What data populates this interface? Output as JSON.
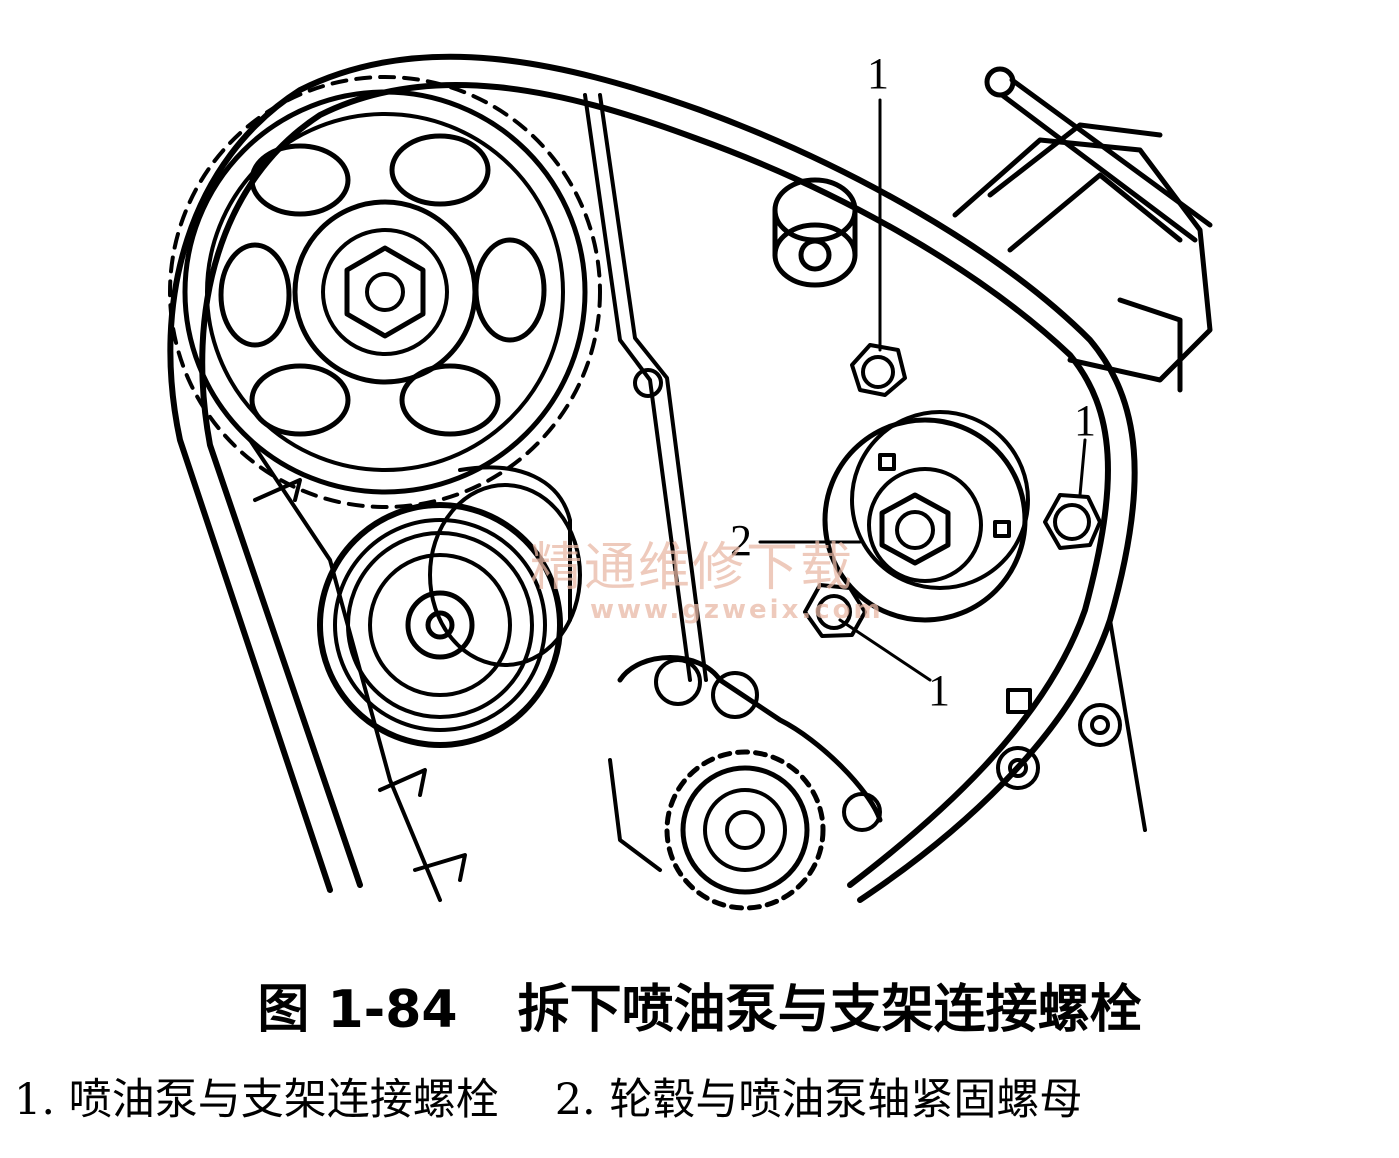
{
  "figure": {
    "number": "图 1-84",
    "title": "拆下喷油泵与支架连接螺栓"
  },
  "callouts": [
    {
      "label": "1"
    },
    {
      "label": "1"
    },
    {
      "label": "2"
    },
    {
      "label": "1"
    }
  ],
  "legend": [
    {
      "number": "1.",
      "text": "喷油泵与支架连接螺栓"
    },
    {
      "number": "2.",
      "text": "轮毂与喷油泵轴紧固螺母"
    }
  ],
  "watermark": {
    "text": "精通维修下载",
    "url": "www.gzweix.com"
  }
}
